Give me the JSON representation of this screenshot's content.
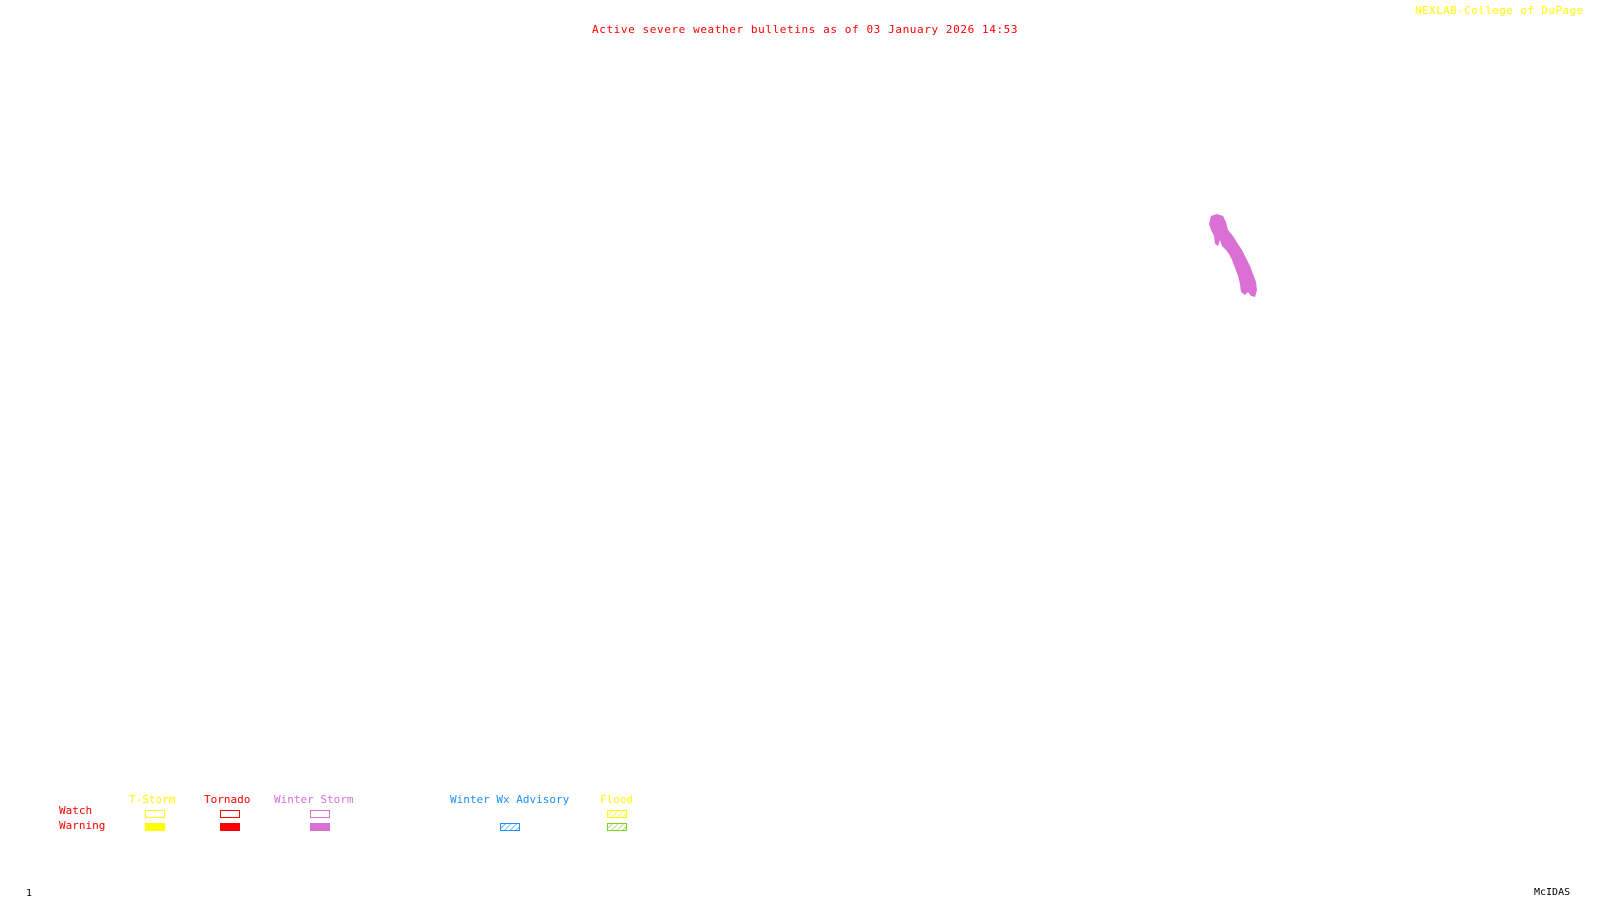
{
  "header": {
    "title": "Active severe weather bulletins as of 03 January 2026 14:53",
    "credit": "NEXLAB-College of DuPage"
  },
  "colors": {
    "title": "#ff0000",
    "credit": "#ffff00",
    "tstorm": "#ffff00",
    "tornado": "#ff0000",
    "winter_storm": "#da70d6",
    "winter_wx_advisory": "#1e90ff",
    "flood_watch": "#ffff00",
    "flood_warning": "#7fd320"
  },
  "map": {
    "active_areas": [
      {
        "type": "Winter Storm Warning",
        "color": "#da70d6"
      }
    ]
  },
  "legend": {
    "row_labels": {
      "watch": "Watch",
      "warning": "Warning"
    },
    "categories": [
      {
        "label": "T-Storm",
        "color": "#ffff00",
        "watch": "outline",
        "warning": "solid"
      },
      {
        "label": "Tornado",
        "color": "#ff0000",
        "watch": "outline",
        "warning": "solid"
      },
      {
        "label": "Winter Storm",
        "color": "#da70d6",
        "watch": "outline",
        "warning": "solid"
      },
      {
        "label": "Winter Wx Advisory",
        "color": "#1e90ff",
        "warning": "hatched"
      },
      {
        "label": "Flood",
        "color": "#ffff00",
        "watch": "hatched",
        "warning": "hatched",
        "warning_color": "#7fd320"
      }
    ]
  },
  "footer": {
    "frame_number": "1",
    "software": "McIDAS"
  }
}
